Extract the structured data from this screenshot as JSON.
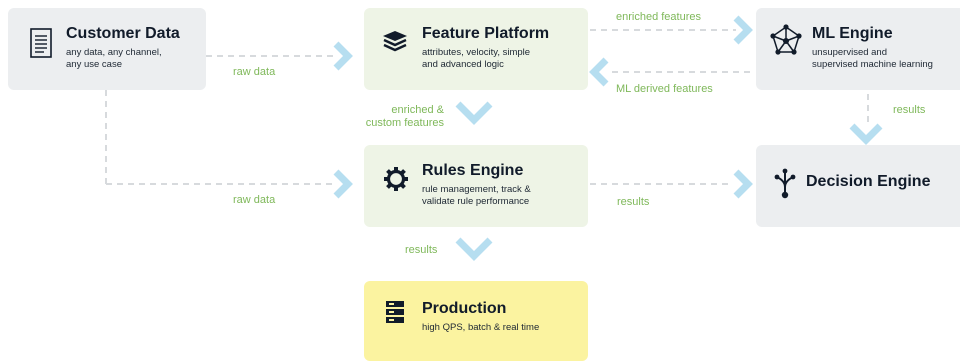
{
  "nodes": {
    "customer": {
      "title": "Customer Data",
      "desc": "any data, any channel,\nany use case",
      "icon": "document-icon"
    },
    "feature": {
      "title": "Feature Platform",
      "desc": "attributes, velocity, simple\nand advanced logic",
      "icon": "layers-icon"
    },
    "ml": {
      "title": "ML Engine",
      "desc": "unsupervised and\nsupervised machine learning",
      "icon": "network-icon"
    },
    "rules": {
      "title": "Rules Engine",
      "desc": "rule management, track &\nvalidate rule performance",
      "icon": "gear-icon"
    },
    "decision": {
      "title": "Decision Engine",
      "desc": "",
      "icon": "branch-icon"
    },
    "production": {
      "title": "Production",
      "desc": "high QPS, batch & real time",
      "icon": "server-icon"
    }
  },
  "edges": {
    "raw_data_top": "raw data",
    "raw_data_bottom": "raw data",
    "enriched_features": "enriched features",
    "ml_derived_features": "ML derived features",
    "enriched_custom": "enriched &\ncustom features",
    "results_ml": "results",
    "results_rules": "results",
    "results_production": "results"
  },
  "colors": {
    "accent_green": "#7fb85a",
    "arrow_blue": "#b6def0",
    "line_gray": "#d7dadd",
    "node_gray": "#eceef0",
    "node_green": "#eef4e6",
    "node_yellow": "#fbf3a0"
  }
}
